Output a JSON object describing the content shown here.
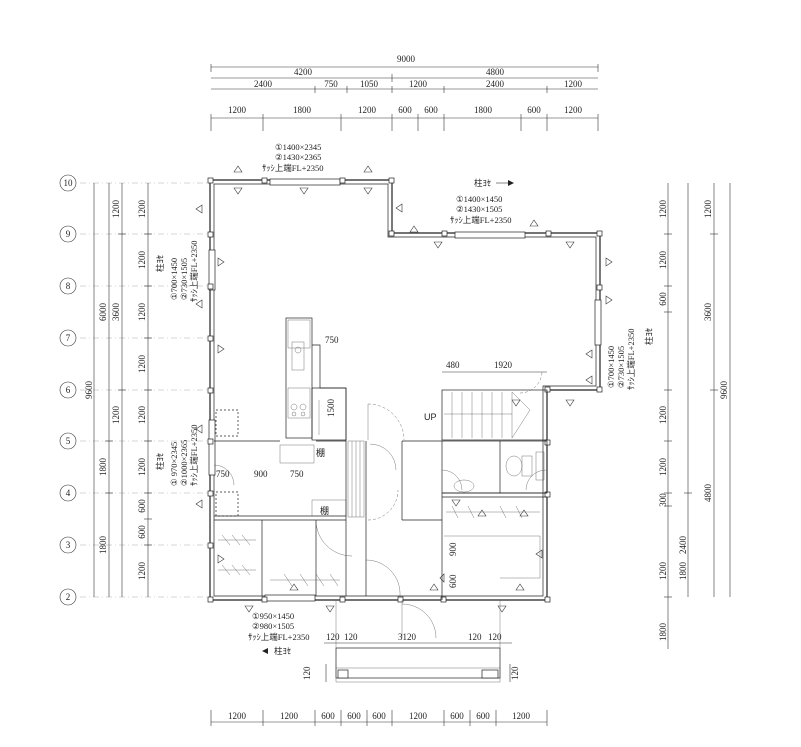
{
  "dimensions_top": {
    "total": "9000",
    "row2": [
      "4200",
      "4800"
    ],
    "row3": [
      "2400",
      "750",
      "1050",
      "1200",
      "2400",
      "1200"
    ],
    "row4": [
      "1200",
      "1800",
      "1200",
      "600",
      "600",
      "1800",
      "600",
      "1200"
    ]
  },
  "dimensions_bottom": [
    "1200",
    "1200",
    "600",
    "600",
    "600",
    "1200",
    "600",
    "600",
    "1200"
  ],
  "left_dims": {
    "outer": [
      "9600"
    ],
    "middle": [
      "6000",
      "1800",
      "1800"
    ],
    "mid2": [
      "1200",
      "3600",
      "1200"
    ],
    "inner": [
      "1200",
      "1200",
      "1200",
      "1200",
      "1200",
      "1200",
      "600",
      "600",
      "1200"
    ]
  },
  "right_dims": {
    "outer": [
      "9600"
    ],
    "col2": [
      "1200",
      "3600",
      "4800"
    ],
    "col3": [
      "1200",
      "1200",
      "600",
      "1200",
      "1200",
      "1200",
      "300",
      "2400",
      "1800"
    ],
    "col4": [
      "1200",
      "1200",
      "1200",
      "1200",
      "1200",
      "1800"
    ]
  },
  "grid_axes": [
    "10",
    "9",
    "8",
    "7",
    "6",
    "5",
    "4",
    "3",
    "2"
  ],
  "window_notes": {
    "top_left": [
      "①1400×2345",
      "②1430×2365",
      "ｻｯｼ上端FL+2350"
    ],
    "top_right": [
      "①1400×1450",
      "②1430×1505",
      "ｻｯｼ上端FL+2350"
    ],
    "left_upper": [
      "①700×1450",
      "②730×1505",
      "ｻｯｼ上端FL+2350"
    ],
    "left_lower": [
      "① 970×2345",
      "②1000×2365",
      "ｻｯｼ上端FL+2350"
    ],
    "right_side": [
      "①700×1450",
      "②730×1505",
      "ｻｯｼ上端FL+2350"
    ],
    "bottom": [
      "①950×1450",
      "②980×1505",
      "ｻｯｼ上端FL+2350"
    ]
  },
  "labels": {
    "hashira_yose": "柱ﾖｾ",
    "hashira_yose_arrow": "柱ﾖｾ",
    "up": "UP",
    "tana": "棚",
    "tana2": "棚"
  },
  "interior_dims": {
    "kitchen_750": "750",
    "kitchen_1500": "1500",
    "stair_480": "480",
    "stair_1920": "1920",
    "hall_750a": "750",
    "hall_900": "900",
    "hall_750b": "750",
    "bath_900": "900",
    "bath_600": "600",
    "porch_120a": "120",
    "porch_120b": "120",
    "porch_3120": "3120",
    "porch_120c": "120",
    "porch_120d": "120",
    "step_120a": "120",
    "step_120b": "120"
  }
}
